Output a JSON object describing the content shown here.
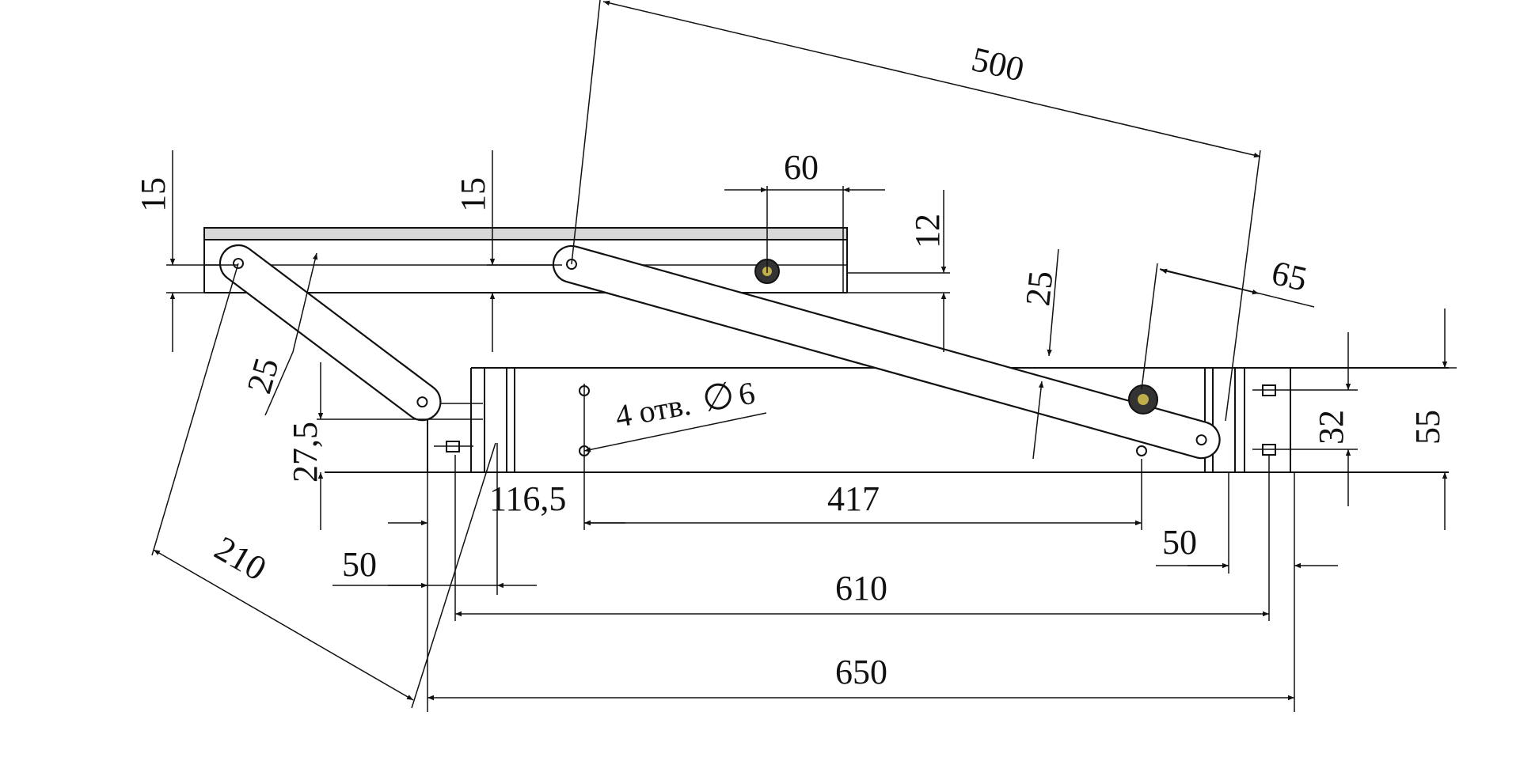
{
  "dimensions": {
    "d15_left": "15",
    "d15_mid": "15",
    "d500": "500",
    "d60": "60",
    "d12": "12",
    "d25_right": "25",
    "d65": "65",
    "d25_left": "25",
    "d27_5": "27,5",
    "d32": "32",
    "d55": "55",
    "d116_5": "116,5",
    "d417": "417",
    "d50_right": "50",
    "d210": "210",
    "d50_left": "50",
    "d610": "610",
    "d650": "650"
  },
  "note": {
    "holes": "4 отв.",
    "diameter_symbol": "∅",
    "diameter": "6"
  }
}
